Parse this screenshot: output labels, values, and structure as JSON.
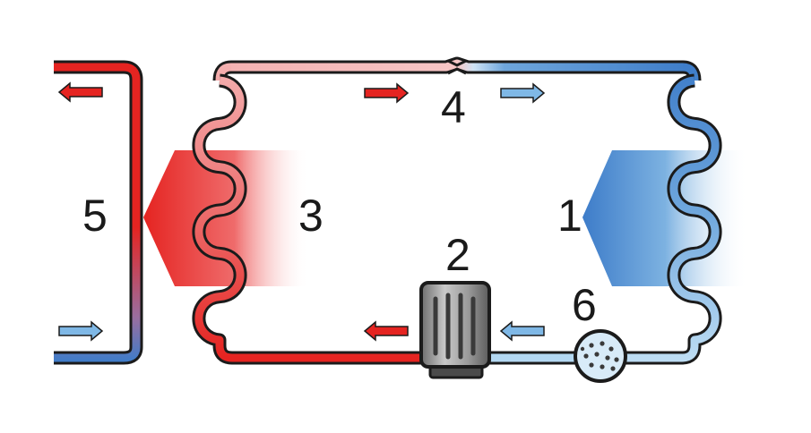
{
  "labels": {
    "evaporator": "1",
    "compressor": "2",
    "condenser": "3",
    "expansion_valve": "4",
    "heating_circuit": "5",
    "filter_dryer": "6"
  },
  "icons": {
    "heat_release": "heat-release-arrow-icon",
    "heat_absorb": "heat-absorb-arrow-icon",
    "flow_arrow": "flow-direction-arrow-icon"
  },
  "colors": {
    "hot": "#e52421",
    "hot_light": "#f5b5b5",
    "cold": "#3d7cc9",
    "cold_light": "#b3d8f2",
    "outline": "#1b1b1b",
    "compressor_body": "#8a8a8a"
  }
}
